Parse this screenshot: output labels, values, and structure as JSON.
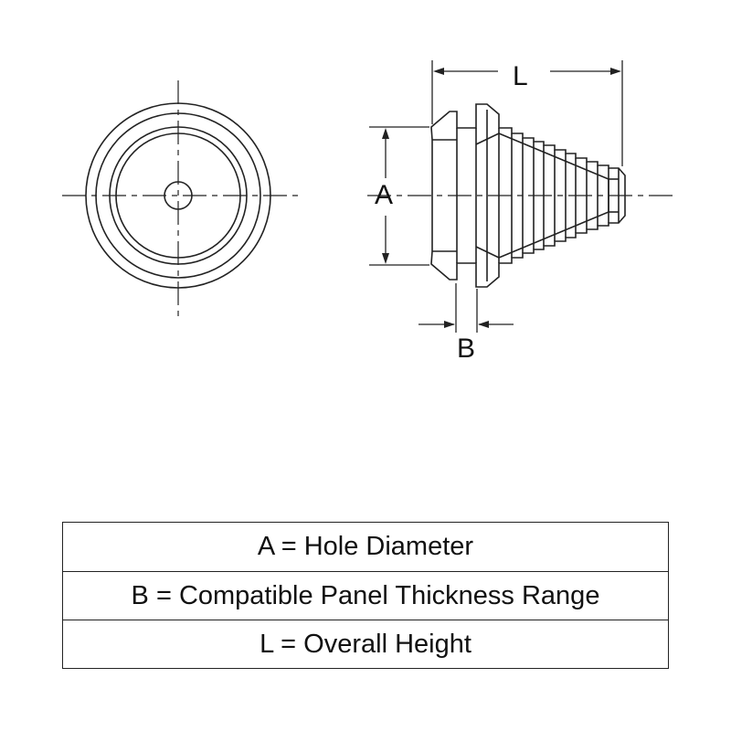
{
  "dimensions": {
    "a": "A",
    "b": "B",
    "l": "L"
  },
  "legend": {
    "rows": [
      "A = Hole Diameter",
      "B = Compatible Panel Thickness Range",
      "L = Overall Height"
    ]
  }
}
